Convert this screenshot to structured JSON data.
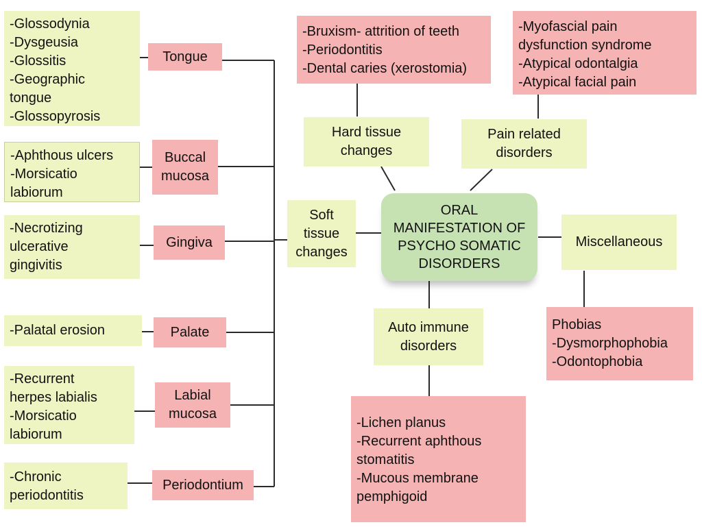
{
  "center": "ORAL\nMANIFESTATION OF\nPSYCHO SOMATIC\nDISORDERS",
  "categories": {
    "soft_tissue": "Soft\ntissue\nchanges",
    "hard_tissue": "Hard tissue\nchanges",
    "pain_related": "Pain related\ndisorders",
    "miscellaneous": "Miscellaneous",
    "auto_immune": "Auto immune\ndisorders"
  },
  "soft_tissue_sites": [
    {
      "site": "Tongue",
      "conditions": "-Glossodynia\n-Dysgeusia\n-Glossitis\n-Geographic\ntongue\n-Glossopyrosis"
    },
    {
      "site": "Buccal\nmucosa",
      "conditions": "-Aphthous ulcers\n-Morsicatio\nlabiorum"
    },
    {
      "site": "Gingiva",
      "conditions": "-Necrotizing\nulcerative\ngingivitis"
    },
    {
      "site": "Palate",
      "conditions": "-Palatal erosion"
    },
    {
      "site": "Labial\nmucosa",
      "conditions": "-Recurrent\nherpes labialis\n-Morsicatio\nlabiorum"
    },
    {
      "site": "Periodontium",
      "conditions": "-Chronic\nperiodontitis"
    }
  ],
  "hard_tissue_conditions": "-Bruxism- attrition of teeth\n-Periodontitis\n-Dental caries (xerostomia)",
  "pain_conditions": "-Myofascial pain\ndysfunction syndrome\n-Atypical odontalgia\n-Atypical facial pain",
  "misc_conditions": "Phobias\n-Dysmorphophobia\n-Odontophobia",
  "autoimmune_conditions": "-Lichen planus\n-Recurrent aphthous\nstomatitis\n-Mucous membrane\npemphigoid",
  "colors": {
    "pink": "#f6b3b3",
    "yellow": "#eef5c2",
    "green": "#c6e2b2"
  }
}
